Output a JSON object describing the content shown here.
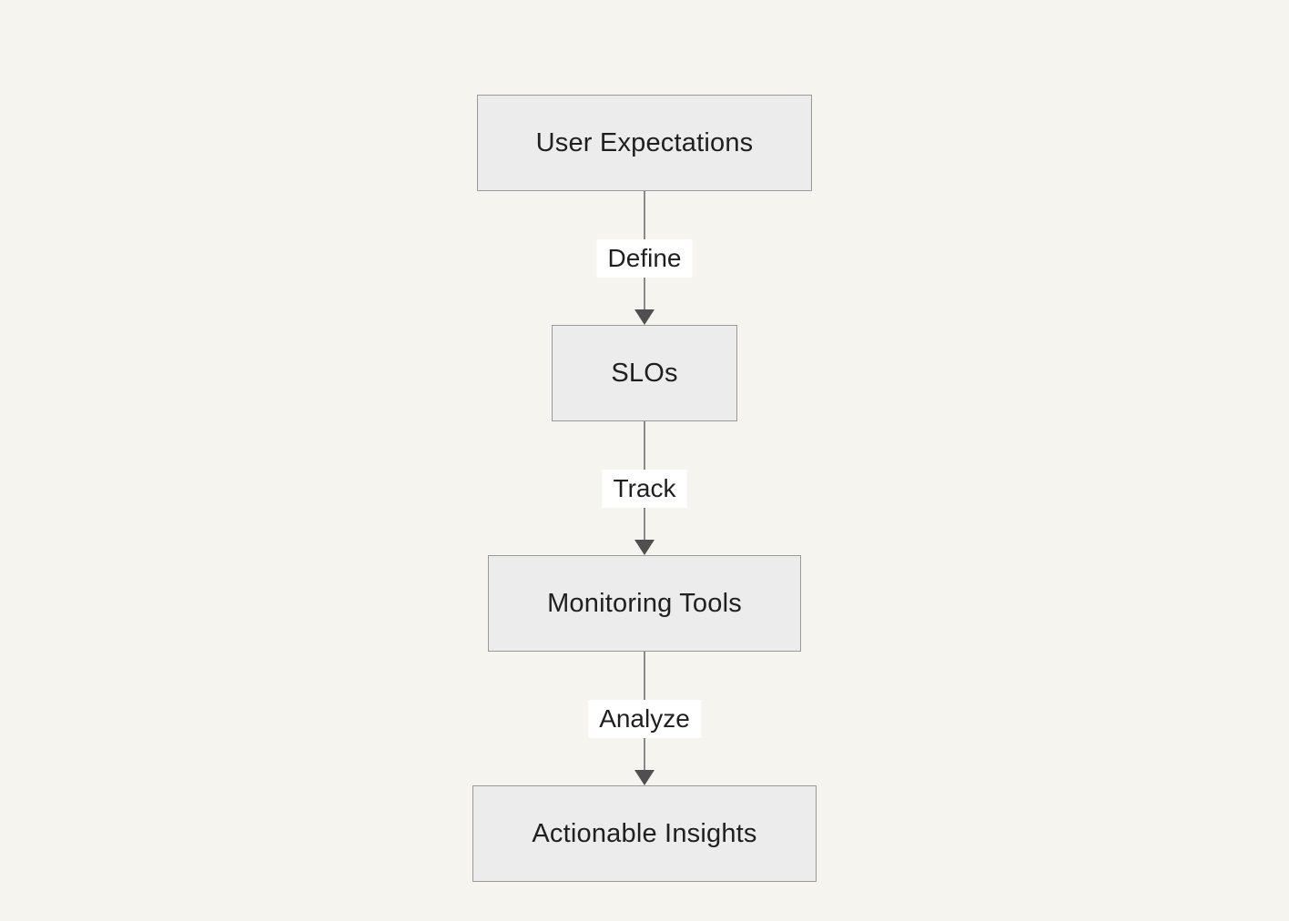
{
  "diagram": {
    "type": "flowchart",
    "direction": "top-down",
    "colors": {
      "background": "#f6f4ee",
      "node_fill": "#ececec",
      "node_border": "#999999",
      "edge_line": "#8a8a8a",
      "arrowhead": "#4f4f4f",
      "text": "#1f1f1f",
      "label_bg": "#ffffff"
    },
    "nodes": [
      {
        "id": "user-expectations",
        "label": "User Expectations"
      },
      {
        "id": "slos",
        "label": "SLOs"
      },
      {
        "id": "monitoring-tools",
        "label": "Monitoring Tools"
      },
      {
        "id": "actionable-insights",
        "label": "Actionable Insights"
      }
    ],
    "edges": [
      {
        "from": "user-expectations",
        "to": "slos",
        "label": "Define"
      },
      {
        "from": "slos",
        "to": "monitoring-tools",
        "label": "Track"
      },
      {
        "from": "monitoring-tools",
        "to": "actionable-insights",
        "label": "Analyze"
      }
    ]
  }
}
